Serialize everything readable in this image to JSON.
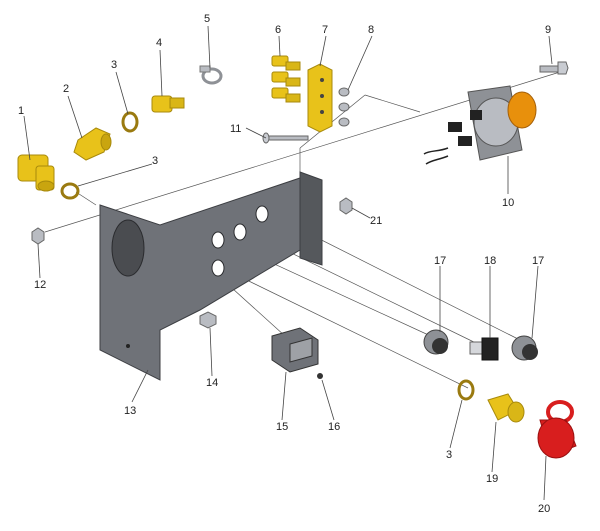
{
  "colors": {
    "brass": "#e8c21a",
    "brass_dark": "#a88a0c",
    "plate": "#6f7278",
    "plate_dark": "#4a4c50",
    "steel": "#b9bcc2",
    "orange_lens": "#e8900c",
    "red_cap": "#d81e1e",
    "black": "#222222"
  },
  "callouts": [
    {
      "id": "1",
      "label": "1"
    },
    {
      "id": "2",
      "label": "2"
    },
    {
      "id": "3a",
      "label": "3"
    },
    {
      "id": "4",
      "label": "4"
    },
    {
      "id": "5",
      "label": "5"
    },
    {
      "id": "3b",
      "label": "3"
    },
    {
      "id": "6",
      "label": "6"
    },
    {
      "id": "7",
      "label": "7"
    },
    {
      "id": "8",
      "label": "8"
    },
    {
      "id": "9",
      "label": "9"
    },
    {
      "id": "11",
      "label": "11"
    },
    {
      "id": "10",
      "label": "10"
    },
    {
      "id": "21",
      "label": "21"
    },
    {
      "id": "12",
      "label": "12"
    },
    {
      "id": "17a",
      "label": "17"
    },
    {
      "id": "18",
      "label": "18"
    },
    {
      "id": "17b",
      "label": "17"
    },
    {
      "id": "14",
      "label": "14"
    },
    {
      "id": "13",
      "label": "13"
    },
    {
      "id": "15",
      "label": "15"
    },
    {
      "id": "16",
      "label": "16"
    },
    {
      "id": "3c",
      "label": "3"
    },
    {
      "id": "19",
      "label": "19"
    },
    {
      "id": "20",
      "label": "20"
    }
  ]
}
